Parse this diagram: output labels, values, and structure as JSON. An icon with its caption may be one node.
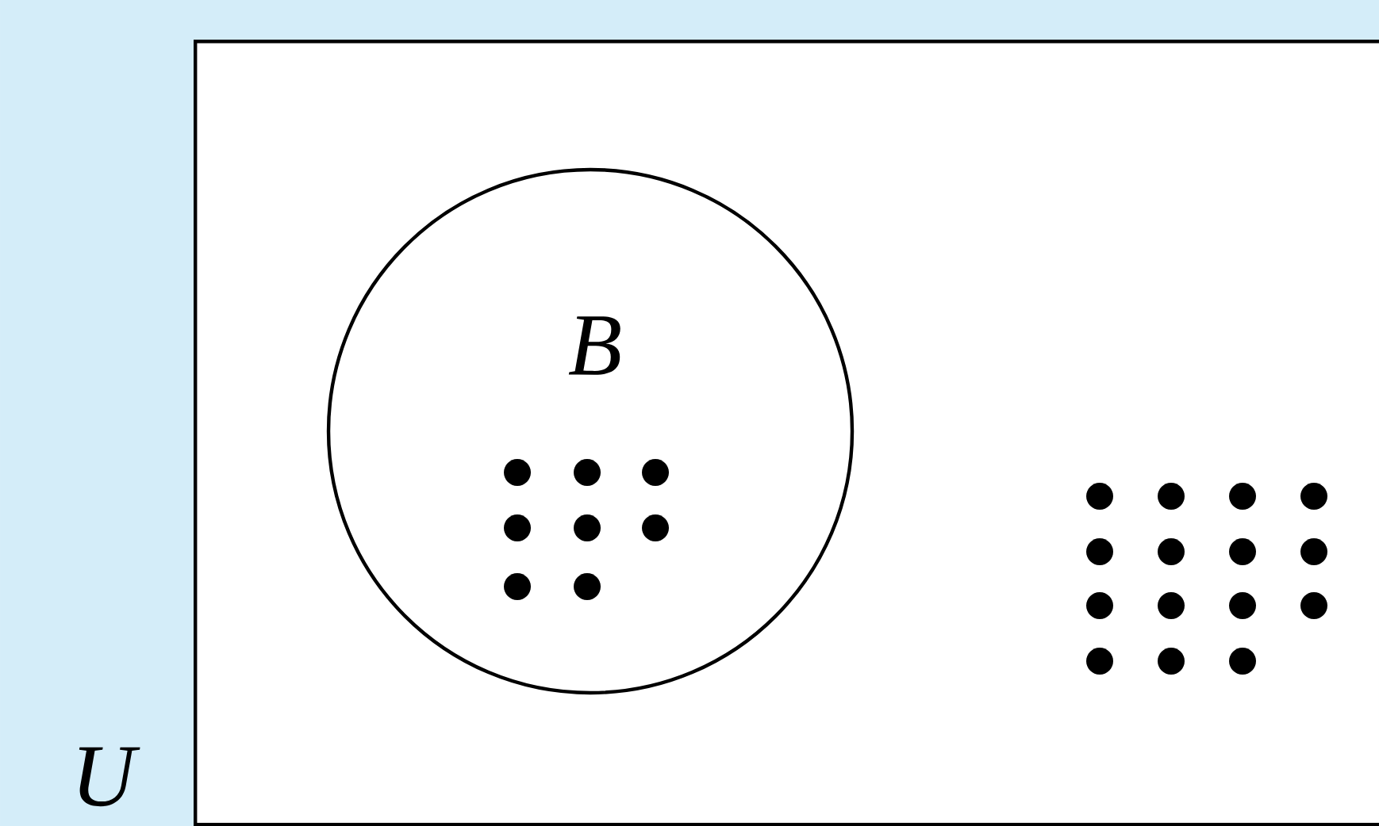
{
  "diagram": {
    "nodes": [
      {
        "text": [
          "U"
        ]
      },
      {
        "text": [
          "B"
        ],
        "in": 0
      }
    ]
  }
}
